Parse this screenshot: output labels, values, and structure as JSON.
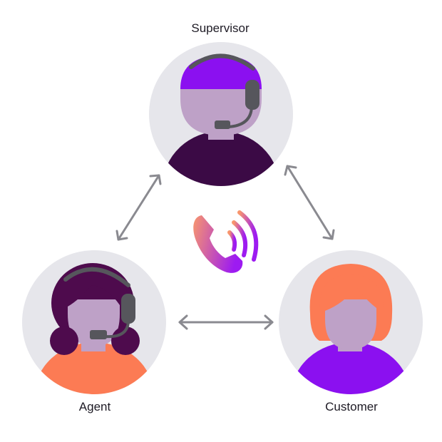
{
  "roles": {
    "supervisor": {
      "label": "Supervisor"
    },
    "agent": {
      "label": "Agent"
    },
    "customer": {
      "label": "Customer"
    }
  },
  "icons": {
    "center": "phone-ringing-icon",
    "headset": "headset-icon",
    "arrows": "double-headed-arrow-icon"
  },
  "colors": {
    "circle_bg": "#e6e6eb",
    "skin": "#bea1c7",
    "supervisor_hair": "#8b10f0",
    "supervisor_shirt": "#3b0a45",
    "agent_hair": "#4e0b4d",
    "agent_shirt": "#fc7b54",
    "customer_hair": "#fc7b54",
    "customer_shirt": "#8b10f0",
    "headset": "#56565c",
    "arrow": "#8a8a90",
    "phone_gradient_start": "#f8966d",
    "phone_gradient_end": "#9d1bf1"
  }
}
